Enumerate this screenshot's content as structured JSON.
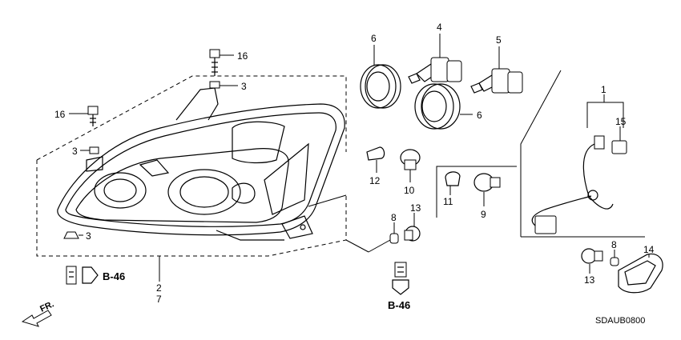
{
  "diagram": {
    "callouts": [
      "16",
      "3",
      "16",
      "3",
      "3",
      "6",
      "4",
      "5",
      "6",
      "12",
      "10",
      "11",
      "9",
      "8",
      "13",
      "1",
      "15",
      "8",
      "14",
      "13",
      "2",
      "7"
    ],
    "references": [
      "B-46",
      "B-46"
    ],
    "direction_label": "FR.",
    "diagram_code": "SDAUB0800"
  },
  "colors": {
    "line": "#000000",
    "background": "#ffffff"
  }
}
